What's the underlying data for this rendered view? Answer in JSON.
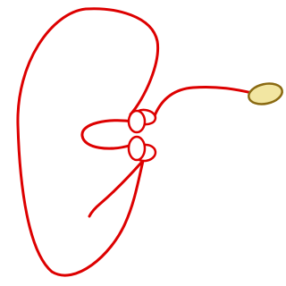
{
  "drawing": {
    "colors": {
      "line": "#dd0000",
      "knot_fill": "#ffffff",
      "end_fill": "#f2e6a2",
      "end_stroke": "#8a6a12",
      "background": "#ffffff"
    },
    "parts": [
      "rope-loop",
      "rope-tail-inner",
      "rope-tail-outer",
      "knot-coils",
      "rope-end"
    ]
  }
}
